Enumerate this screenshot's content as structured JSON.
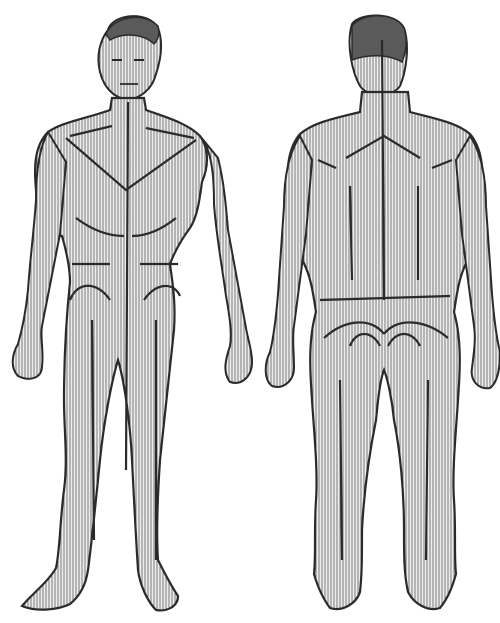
{
  "figure": {
    "views": [
      {
        "view": "front",
        "surface": "anterior"
      },
      {
        "view": "back",
        "surface": "posterior"
      }
    ],
    "colors": {
      "background": "#ffffff",
      "ink": "#2a2a2a",
      "hatch": "#6f6f6f",
      "body_fill": "#ededed"
    },
    "style": "engraved line drawing with vertical hatching"
  }
}
